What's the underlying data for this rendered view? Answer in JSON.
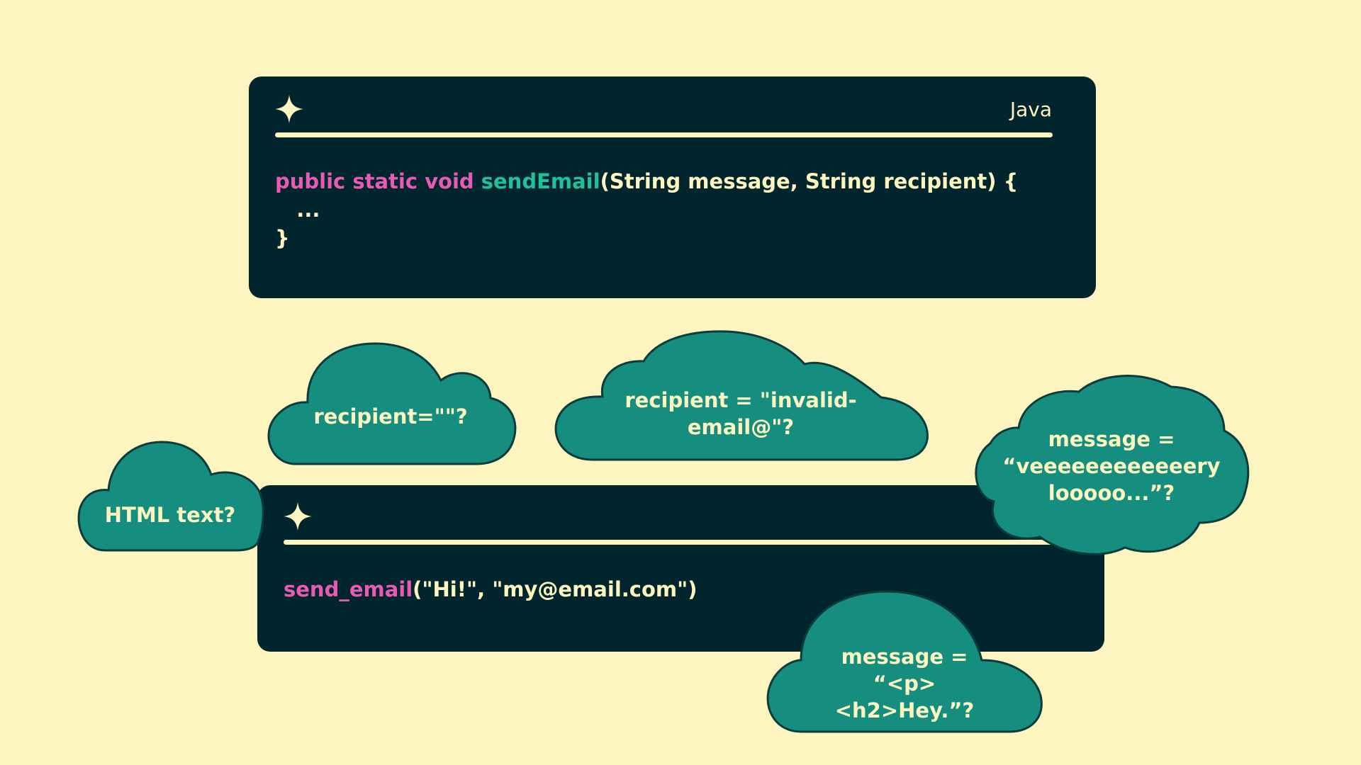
{
  "colors": {
    "background": "#fdf5c0",
    "panel": "#01252c",
    "cloud_fill": "#158e80",
    "cloud_stroke": "#0b3b3a",
    "keyword_pink": "#e85bb5",
    "keyword_teal": "#1ec19a",
    "text_cream": "#fdf5c0"
  },
  "java_panel": {
    "icon": "sparkle-icon",
    "language_label": "Java",
    "code": {
      "line1_keywords": "public static void",
      "line1_method": "sendEmail",
      "line1_rest": "(String message, String recipient) {",
      "line2": "...",
      "line3": "}"
    }
  },
  "python_panel": {
    "icon": "sparkle-icon",
    "code": {
      "function": "send_email",
      "args": "(\"Hi!\", \"my@email.com\")"
    }
  },
  "clouds": {
    "empty_recipient": "recipient=\"\"?",
    "invalid_recipient": "recipient = \"invalid-\nemail@\"?",
    "html_text": "HTML text?",
    "long_message": "message =\n“veeeeeeeeeeeery\nlooooo...”?",
    "html_message": "message =\n“<p>\n<h2>Hey.”?"
  }
}
